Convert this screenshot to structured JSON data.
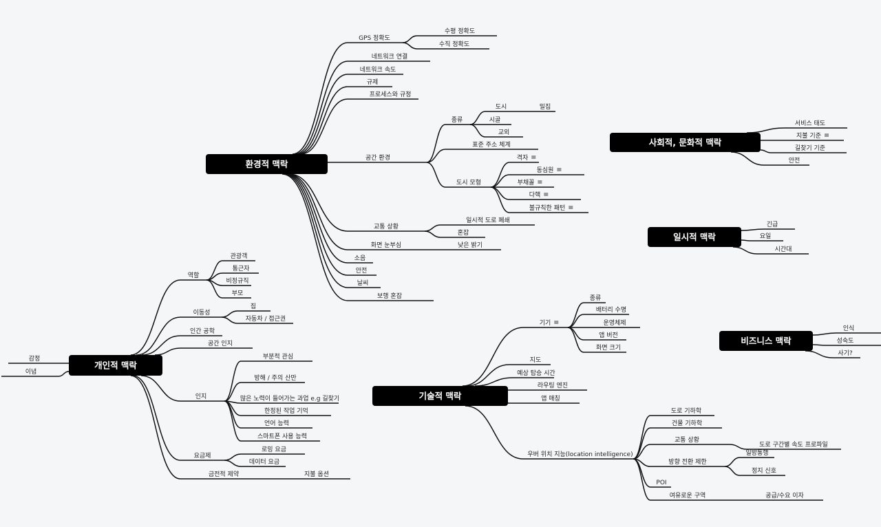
{
  "maps": [
    {
      "title": "환경적 맥락",
      "children": [
        {
          "label": "GPS 정확도",
          "children": [
            {
              "label": "수평 정확도"
            },
            {
              "label": "수직 정확도"
            }
          ]
        },
        {
          "label": "네트워크 연결"
        },
        {
          "label": "네트워크 속도"
        },
        {
          "label": "규제"
        },
        {
          "label": "프로세스와 규정"
        },
        {
          "label": "공간 환경",
          "children": [
            {
              "label": "종류",
              "children": [
                {
                  "label": "도시",
                  "extra": "밀집"
                },
                {
                  "label": "시골"
                },
                {
                  "label": "교외"
                }
              ]
            },
            {
              "label": "표준 주소 체계"
            },
            {
              "label": "도시 모형",
              "children": [
                {
                  "label": "격자",
                  "note": true
                },
                {
                  "label": "동심원",
                  "note": true
                },
                {
                  "label": "부채꼴",
                  "note": true
                },
                {
                  "label": "다핵",
                  "note": true
                },
                {
                  "label": "불규칙한 패턴",
                  "note": true
                }
              ]
            }
          ]
        },
        {
          "label": "교통 상황",
          "children": [
            {
              "label": "일시적 도로 폐쇄"
            },
            {
              "label": "혼잡"
            }
          ]
        },
        {
          "label": "화면 눈부심",
          "extra": "낮은 밝기"
        },
        {
          "label": "소음"
        },
        {
          "label": "안전"
        },
        {
          "label": "날씨"
        },
        {
          "label": "보행 혼잡"
        }
      ]
    },
    {
      "title": "사회적, 문화적 맥락",
      "children": [
        {
          "label": "서비스 태도"
        },
        {
          "label": "지불 기준",
          "note": true
        },
        {
          "label": "길찾기 기준"
        },
        {
          "label": "안전"
        }
      ]
    },
    {
      "title": "일시적 맥락",
      "children": [
        {
          "label": "긴급"
        },
        {
          "label": "요일"
        },
        {
          "label": "시간대"
        }
      ]
    },
    {
      "title": "개인적 맥락",
      "children": [
        {
          "label": "역할",
          "children": [
            {
              "label": "관광객"
            },
            {
              "label": "통근자"
            },
            {
              "label": "비정규직"
            },
            {
              "label": "부모"
            }
          ]
        },
        {
          "label": "이동성",
          "children": [
            {
              "label": "집"
            },
            {
              "label": "자동차  /  접근권"
            }
          ]
        },
        {
          "label": "인간 공학"
        },
        {
          "label": "공간 인지"
        },
        {
          "label": "인지",
          "children": [
            {
              "label": "부분적 관심"
            },
            {
              "label": "방해 / 주의 산만"
            },
            {
              "label": "많은 노력이 들어가는 과업 e.g 길찾기"
            },
            {
              "label": "한정된 작업 기억"
            },
            {
              "label": "언어 능력"
            },
            {
              "label": "스마트폰 사용 능력"
            }
          ]
        },
        {
          "label": "요금제",
          "children": [
            {
              "label": "로밍 요금"
            },
            {
              "label": "데이터 요금"
            }
          ]
        },
        {
          "label": "금전적 제약",
          "extra": "지불 옵션"
        },
        {
          "label": "감정"
        },
        {
          "label": "이념"
        }
      ]
    },
    {
      "title": "기술적 맥락",
      "children": [
        {
          "label": "기기",
          "note": true,
          "children": [
            {
              "label": "종류"
            },
            {
              "label": "배터리 수명"
            },
            {
              "label": "운영체제"
            },
            {
              "label": "앱 버전"
            },
            {
              "label": "화면 크기"
            }
          ]
        },
        {
          "label": "지도"
        },
        {
          "label": "예상 탑승 시간"
        },
        {
          "label": "라우팅 엔진"
        },
        {
          "label": "앱 매칭"
        },
        {
          "label": "우버 위치 지능(location intelligence)",
          "children": [
            {
              "label": "도로 기하학"
            },
            {
              "label": "건물 기하학"
            },
            {
              "label": "교통 상황",
              "children": [
                {
                  "label": "도로 구간별 속도 프로파일"
                }
              ]
            },
            {
              "label": "방향 전환 제한",
              "children": [
                {
                  "label": "일방통행"
                },
                {
                  "label": "정지 신호"
                }
              ]
            },
            {
              "label": "POI"
            },
            {
              "label": "여유로운 구역",
              "extra": "공급/수요 이자"
            }
          ]
        }
      ]
    },
    {
      "title": "비즈니스 맥락",
      "children": [
        {
          "label": "인식"
        },
        {
          "label": "성숙도"
        },
        {
          "label": "사기?"
        }
      ]
    }
  ]
}
